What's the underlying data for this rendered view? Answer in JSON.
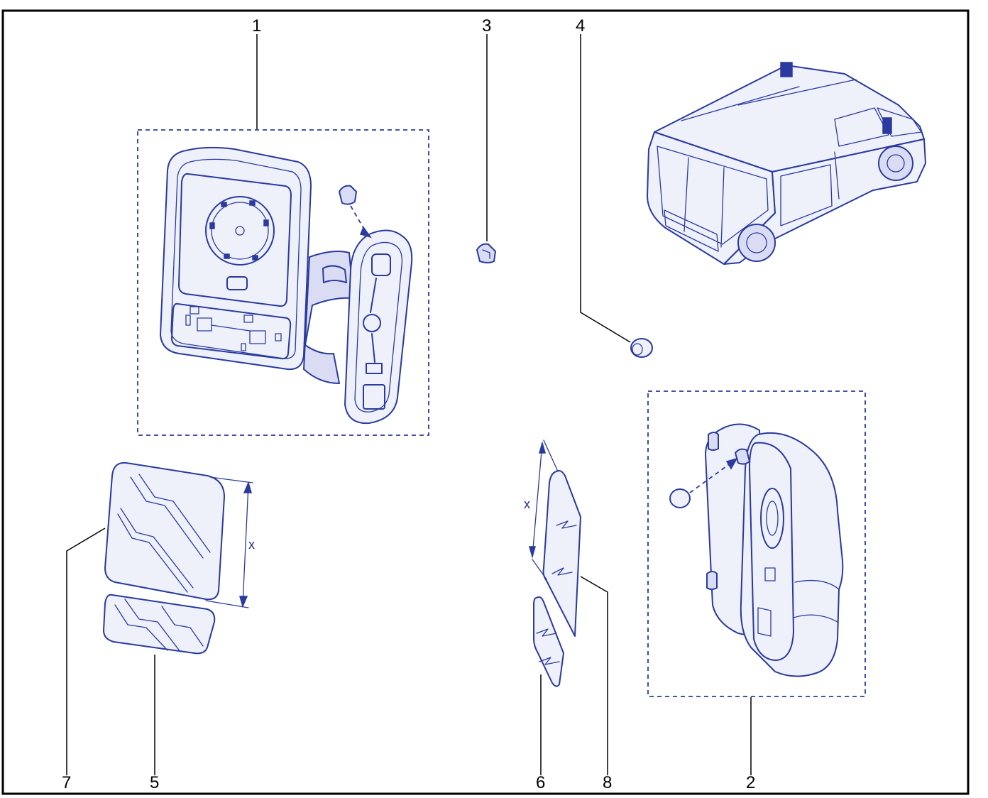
{
  "callouts": {
    "c1": "1",
    "c2": "2",
    "c3": "3",
    "c4": "4",
    "c5": "5",
    "c6": "6",
    "c7": "7",
    "c8": "8"
  },
  "dimension_labels": {
    "glass_left": "x",
    "glass_right": "x"
  },
  "colors": {
    "line_ink": "#2a3a9e",
    "frame": "#000000",
    "background": "#ffffff"
  }
}
